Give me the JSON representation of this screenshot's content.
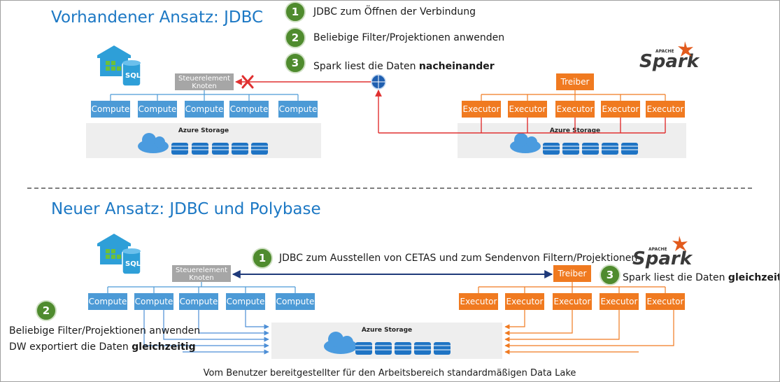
{
  "top": {
    "title": "Vorhandener Ansatz: JDBC",
    "steps": [
      {
        "num": "1",
        "text": "JDBC zum Öffnen der Verbindung"
      },
      {
        "num": "2",
        "text": "Beliebige Filter/Projektionen anwenden"
      },
      {
        "num": "3",
        "text_plain": "Spark liest die Daten ",
        "text_bold": "nacheinander"
      }
    ],
    "control_node": [
      "Steuerelement",
      "Knoten"
    ],
    "compute_label": "Compute",
    "driver_label": "Treiber",
    "executor_label": "Executor",
    "storage_label": "Azure Storage"
  },
  "bottom": {
    "title": "Neuer Ansatz: JDBC und Polybase",
    "step1": {
      "num": "1",
      "text": "JDBC zum Ausstellen von CETAS und zum Sendenvon Filtern/Projektionen"
    },
    "step2": {
      "num": "2",
      "line1": "Beliebige Filter/Projektionen anwenden",
      "line2_plain": "DW exportiert die Daten ",
      "line2_bold": "gleichzeitig"
    },
    "step3": {
      "num": "3",
      "text_plain": "Spark liest die Daten ",
      "text_bold": "gleichzeitig"
    },
    "control_node": [
      "Steuerelement",
      "Knoten"
    ],
    "compute_label": "Compute",
    "driver_label": "Treiber",
    "executor_label": "Executor",
    "storage_label": "Azure Storage"
  },
  "spark_logo": {
    "apache": "APACHE",
    "spark": "Spark"
  },
  "sql_label": "SQL",
  "footer": "Vom Benutzer bereitgestellter für den Arbeitsbereich standardmäßigen Data Lake",
  "colors": {
    "title": "#1c78c4",
    "step_circle": "#4f8b2e",
    "compute": "#4c9ad6",
    "executor": "#f07a20",
    "control": "#a6a6a6",
    "storage_bg": "#eeeeee",
    "db": "#1f74c4",
    "red_arrow": "#e03030",
    "navy_arrow": "#1f3a7a"
  },
  "icons": [
    "warehouse-sql-icon",
    "cloud-icon",
    "database-icon",
    "spark-star-icon",
    "globe-icon",
    "error-x-icon"
  ]
}
